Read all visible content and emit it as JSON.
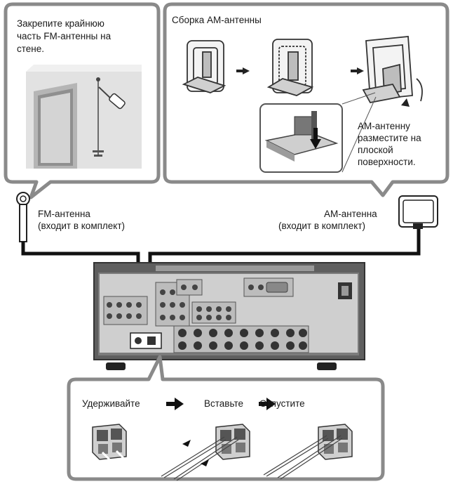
{
  "fm_callout": {
    "text_line1": "Закрепите крайнюю",
    "text_line2": "часть FM-антенны на",
    "text_line3": "стене."
  },
  "am_callout": {
    "title": "Сборка АМ-антенны",
    "note_line1": "АМ-антенну",
    "note_line2": "разместите на",
    "note_line3": "плоской",
    "note_line4": "поверхности."
  },
  "fm_antenna": {
    "label_line1": "FM-антенна",
    "label_line2": "(входит в комплект)"
  },
  "am_antenna": {
    "label_line1": "АМ-антенна",
    "label_line2": "(входит в комплект)"
  },
  "terminal_callout": {
    "step1": "Удерживайте",
    "step2": "Вставьте",
    "step3": "Отпустите"
  },
  "colors": {
    "outline": "#8a8a8a",
    "receiver_body": "#5f5f5f",
    "receiver_panel": "#c9c9c9",
    "cable": "#111111"
  }
}
